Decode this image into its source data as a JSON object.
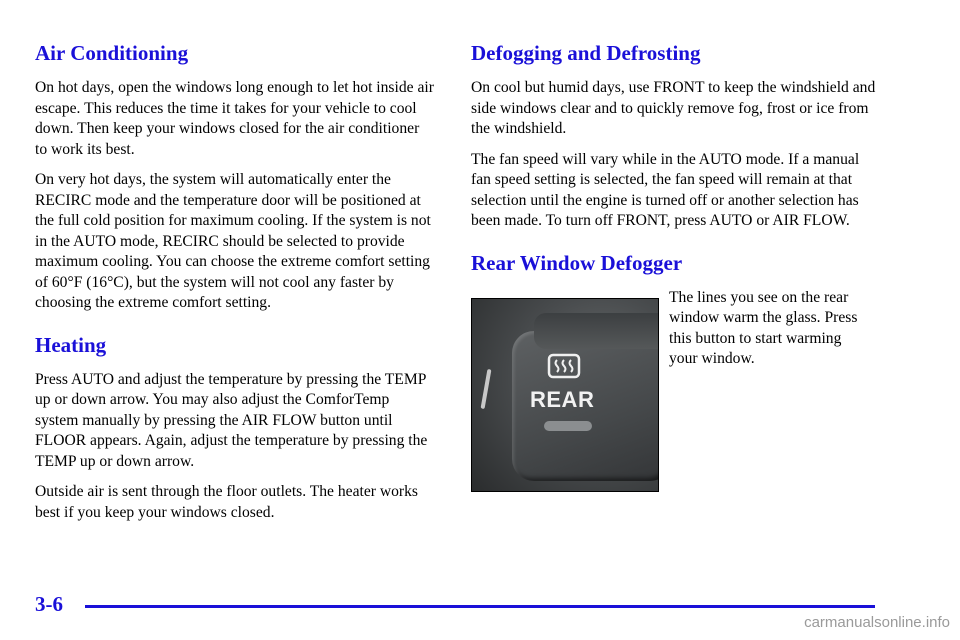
{
  "left": {
    "air_conditioning": {
      "heading": "Air Conditioning",
      "p1": "On hot days, open the windows long enough to let hot inside air escape. This reduces the time it takes for your vehicle to cool down. Then keep your windows closed for the air conditioner to work its best.",
      "p2": "On very hot days, the system will automatically enter the RECIRC mode and the temperature door will be positioned at the full cold position for maximum cooling. If the system is not in the AUTO mode, RECIRC should be selected to provide maximum cooling. You can choose the extreme comfort setting of 60°F (16°C), but the system will not cool any faster by choosing the extreme comfort setting."
    },
    "heating": {
      "heading": "Heating",
      "p1": "Press AUTO and adjust the temperature by pressing the TEMP up or down arrow. You may also adjust the ComforTemp system manually by pressing the AIR FLOW button until FLOOR appears. Again, adjust the temperature by pressing the TEMP up or down arrow.",
      "p2": "Outside air is sent through the floor outlets. The heater works best if you keep your windows closed."
    }
  },
  "right": {
    "defogging": {
      "heading": "Defogging and Defrosting",
      "p1": "On cool but humid days, use FRONT to keep the windshield and side windows clear and to quickly remove fog, frost or ice from the windshield.",
      "p2": "The fan speed will vary while in the AUTO mode. If a manual fan speed setting is selected, the fan speed will remain at that selection until the engine is turned off or another selection has been made. To turn off FRONT, press AUTO or AIR FLOW."
    },
    "rear_defogger": {
      "heading": "Rear Window Defogger",
      "photo_label": "REAR",
      "text": "The lines you see on the rear window warm the glass. Press this button to start warming your window."
    }
  },
  "footer": {
    "page_number": "3-6",
    "watermark": "carmanualsonline.info"
  },
  "colors": {
    "heading": "#1a10d8",
    "rule": "#1a10d8"
  }
}
